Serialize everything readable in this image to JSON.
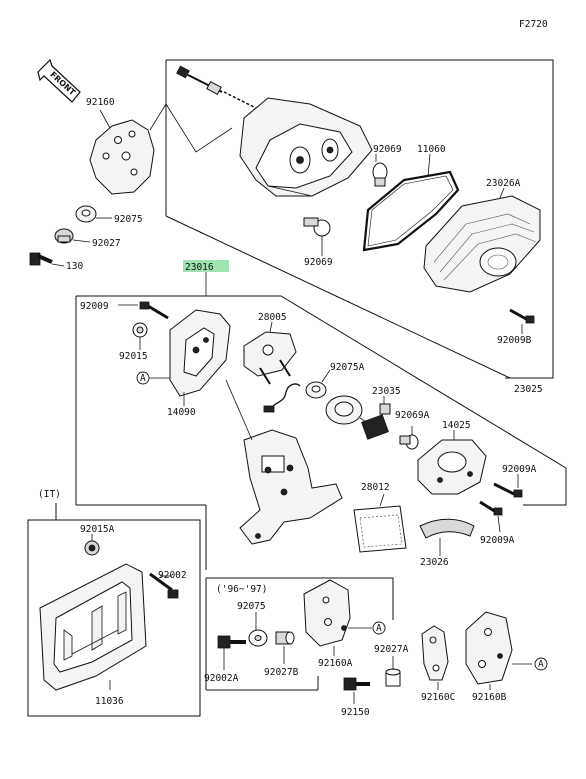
{
  "diagram": {
    "figure_code": "F2720",
    "front_label": "FRONT",
    "region_note": "(IT)",
    "model_note": "('96~'97)",
    "highlight_color": "#9fe3b0",
    "labels": {
      "p92160": "92160",
      "p92075_top": "92075",
      "p92027": "92027",
      "p130": "130",
      "p92069_a": "92069",
      "p11060": "11060",
      "p23026A": "23026A",
      "p92069_b": "92069",
      "p92009B": "92009B",
      "p23025": "23025",
      "p23016": "23016",
      "p92009": "92009",
      "p92015": "92015",
      "p28005": "28005",
      "p14090": "14090",
      "p92075A": "92075A",
      "p23035": "23035",
      "p92069A": "92069A",
      "p14025": "14025",
      "p92009A_a": "92009A",
      "p28012": "28012",
      "p92009A_b": "92009A",
      "p23026": "23026",
      "p92015A": "92015A",
      "p92002": "92002",
      "p11036": "11036",
      "p92075_low": "92075",
      "p92002A": "92002A",
      "p92027B": "92027B",
      "p92160A": "92160A",
      "p92027A": "92027A",
      "p92150": "92150",
      "p92160C": "92160C",
      "p92160B": "92160B"
    },
    "ref_marks": [
      "A",
      "A",
      "A"
    ]
  }
}
